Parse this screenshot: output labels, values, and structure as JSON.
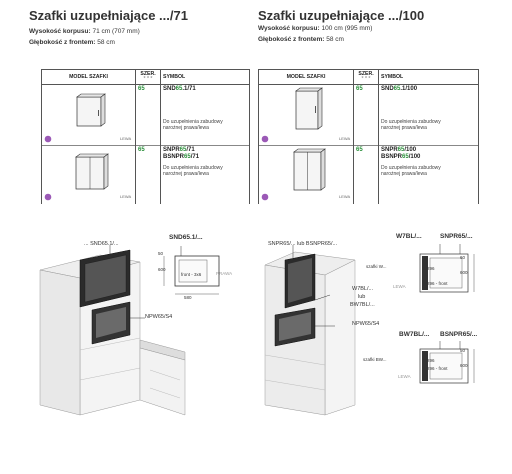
{
  "left": {
    "title": "Szafki uzupełniające .../71",
    "height_label": "Wysokość korpusu:",
    "height_value": " 71 cm (707 mm)",
    "depth_label": "Głębokość z frontem:",
    "depth_value": " 58 cm",
    "table": {
      "col_model": "MODEL SZAFKI",
      "col_szer": "SZER.",
      "col_szer_sub": "* * *",
      "col_symbol": "SYMBOL",
      "rows": [
        {
          "szer": "65",
          "code_a": "SND",
          "code_b": "65",
          "code_c": ".1/71",
          "note": "Do uzupełnienia zabudowy narożnej prawa/lewa",
          "side": "LEWA"
        },
        {
          "szer": "65",
          "code_a": "SNPR",
          "code_b": "65",
          "code_c": "/71",
          "code2_a": "BSNPR",
          "code2_b": "65",
          "code2_c": "/71",
          "note": "Do uzupełnienia zabudowy narożnej prawa/lewa",
          "side": "LEWA"
        }
      ]
    },
    "drawing": {
      "label_top": "... SND65.1/...",
      "label_npw": "NPW65/S4",
      "detail_title": "SND65.1/...",
      "dim_50": "50",
      "dim_600": "600",
      "dim_580": "580",
      "dim_front": "front - 3x6",
      "dim_prawa": "PRAWA"
    }
  },
  "right": {
    "title": "Szafki uzupełniające .../100",
    "height_label": "Wysokość korpusu:",
    "height_value": " 100 cm (995 mm)",
    "depth_label": "Głębokość z frontem:",
    "depth_value": " 58 cm",
    "table": {
      "col_model": "MODEL SZAFKI",
      "col_szer": "SZER.",
      "col_szer_sub": "* * *",
      "col_symbol": "SYMBOL",
      "rows": [
        {
          "szer": "65",
          "code_a": "SND",
          "code_b": "65",
          "code_c": ".1/100",
          "note": "Do uzupełnienia zabudowy narożnej prawa/lewa",
          "side": "LEWA"
        },
        {
          "szer": "65",
          "code_a": "SNPR",
          "code_b": "65",
          "code_c": "/100",
          "code2_a": "BSNPR",
          "code2_b": "65",
          "code2_c": "/100",
          "note": "Do uzupełnienia zabudowy narożnej prawa/lewa",
          "side": "LEWA"
        }
      ]
    },
    "drawing": {
      "label_top": "SNPR65/... lub BSNPR65/...",
      "label_w7bl": "W7BL/...",
      "label_lub": "lub",
      "label_bw7bl": "BW7BL/...",
      "label_npw": "NPW65/S4",
      "detail1_title_a": "W7BL/...",
      "detail1_title_b": "SNPR65/...",
      "detail1_szafki": "szafki W...",
      "detail1_lewa": "LEWA",
      "detail2_title_a": "BW7BL/...",
      "detail2_title_b": "BSNPR65/...",
      "detail2_szafki": "szafki BW...",
      "detail2_lewa": "LEWA",
      "dim_60": "60",
      "dim_600": "600",
      "dim_296": "296",
      "dim_front": "296 - front",
      "dim_50": "50",
      "dim_600b": "600",
      "dim_296b": "296",
      "dim_frontb": "296 - front"
    }
  }
}
